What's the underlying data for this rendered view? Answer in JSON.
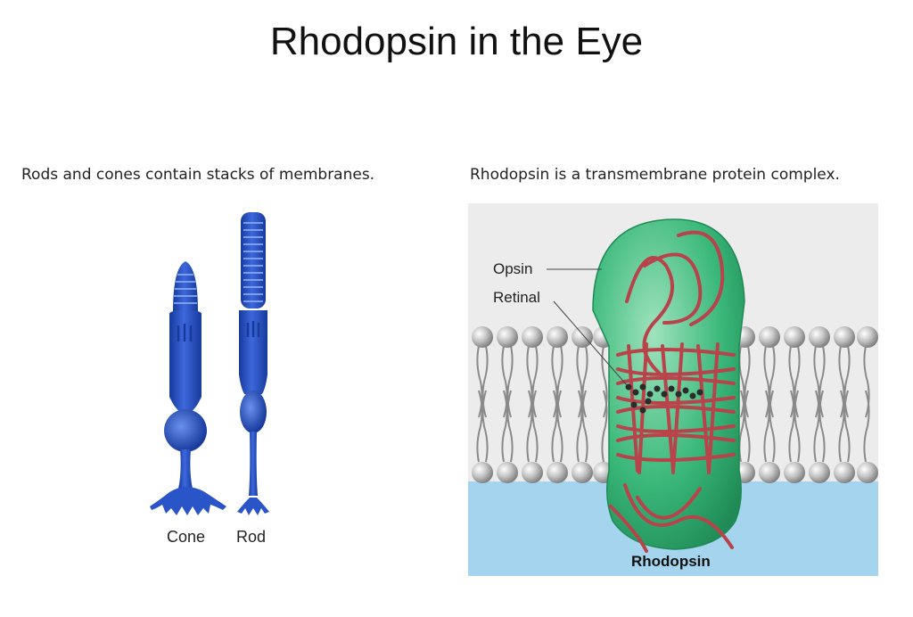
{
  "title": "Rhodopsin in the Eye",
  "left_panel": {
    "caption": "Rods and cones contain stacks of membranes.",
    "cone_label": "Cone",
    "rod_label": "Rod",
    "colors": {
      "cell": "#2a55c8",
      "cell_dark": "#173a9c",
      "cell_light": "#5f86e6"
    }
  },
  "right_panel": {
    "caption": "Rhodopsin is a transmembrane protein complex.",
    "opsin_label": "Opsin",
    "retinal_label": "Retinal",
    "protein_label": "Rhodopsin",
    "colors": {
      "protein": "#3ab87a",
      "helix": "#b8434a",
      "lipid_head": "#a9a9a9",
      "water": "#a4d4ee",
      "background": "#ececec"
    }
  }
}
